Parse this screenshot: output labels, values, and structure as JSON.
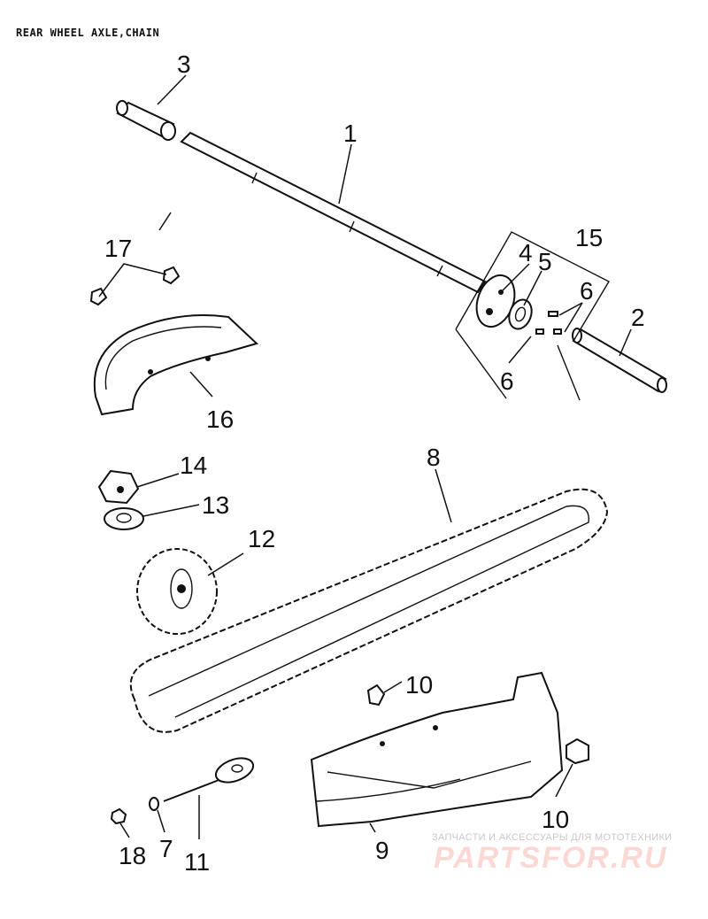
{
  "title": "REAR WHEEL AXLE,CHAIN",
  "callouts": {
    "c1": "1",
    "c2": "2",
    "c3": "3",
    "c4": "4",
    "c5": "5",
    "c6a": "6",
    "c6b": "6",
    "c7": "7",
    "c8": "8",
    "c9": "9",
    "c10a": "10",
    "c10b": "10",
    "c11": "11",
    "c12": "12",
    "c13": "13",
    "c14": "14",
    "c15": "15",
    "c16": "16",
    "c17": "17",
    "c18": "18"
  },
  "watermark": {
    "subtitle": "ЗАПЧАСТИ И АКСЕССУАРЫ ДЛЯ МОТОТЕХНИКИ",
    "brand": "PARTSFOR.RU"
  }
}
